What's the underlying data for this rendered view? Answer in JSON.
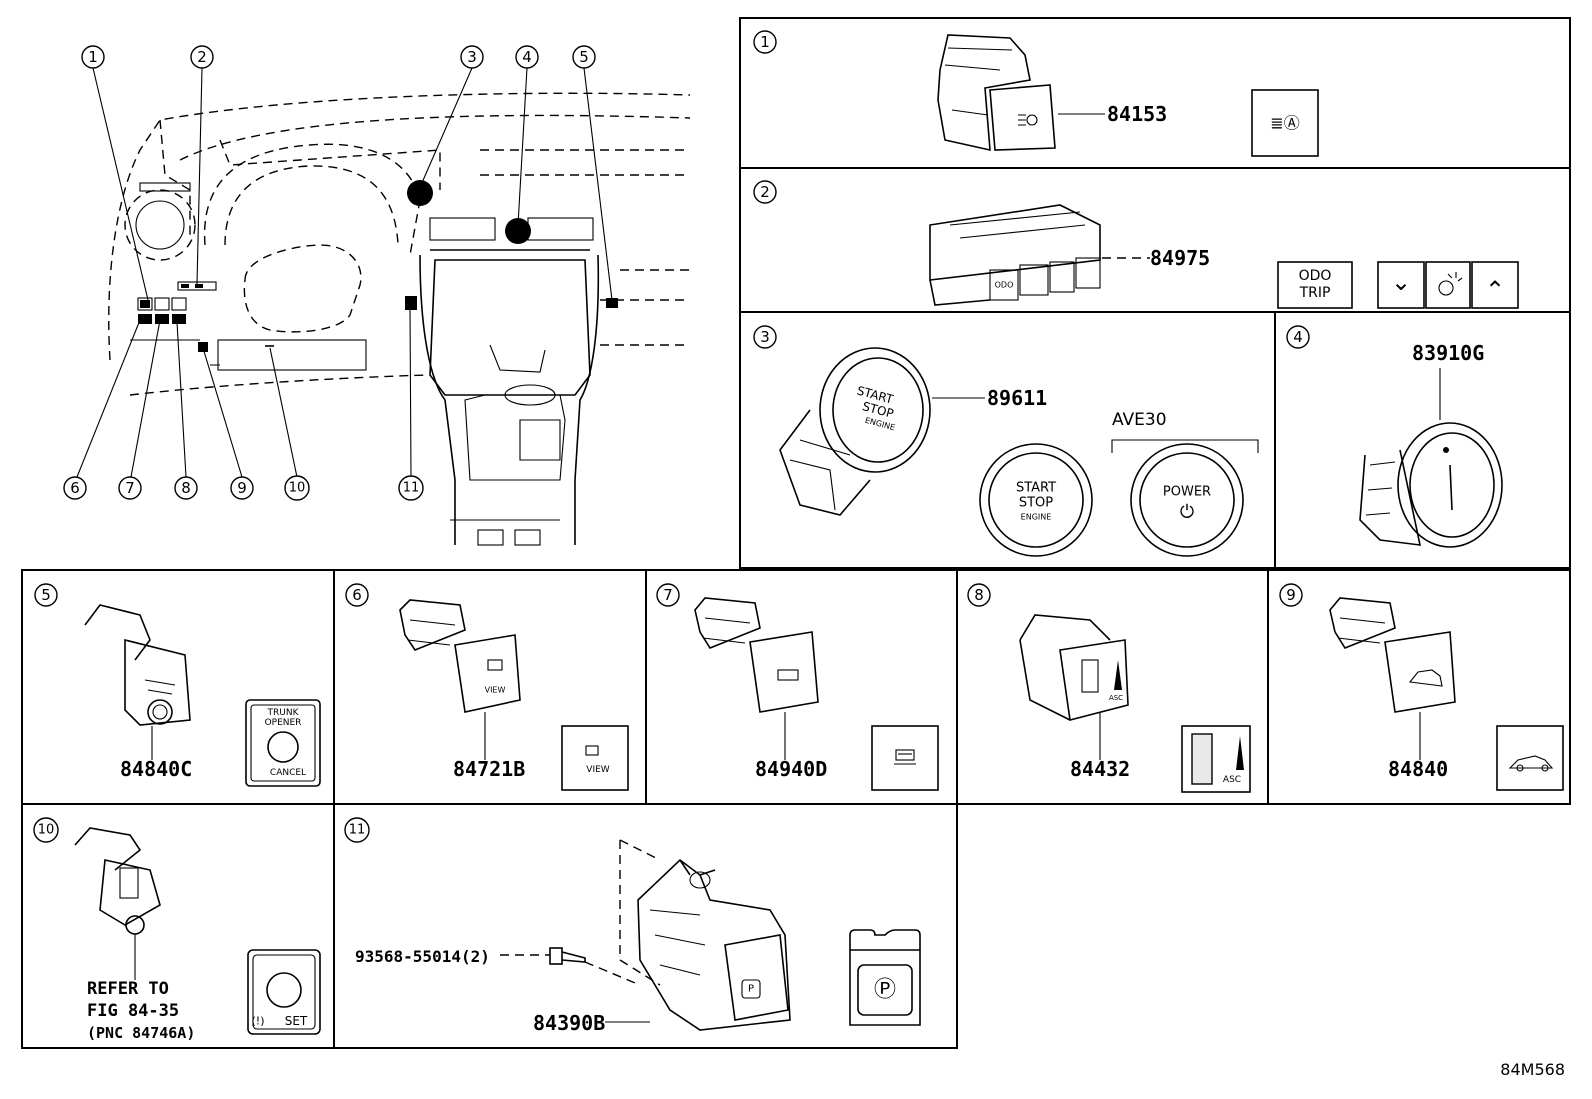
{
  "drawing_code": "84M568",
  "overview_callouts": [
    "1",
    "2",
    "3",
    "4",
    "5",
    "6",
    "7",
    "8",
    "9",
    "10",
    "11"
  ],
  "panels": [
    {
      "no": "1",
      "part": "84153",
      "symbol": "≣Ⓐ"
    },
    {
      "no": "2",
      "part": "84975",
      "symbol_odo": "ODO",
      "symbol_trip": "TRIP",
      "chev_down": "⌄",
      "chev_up": "⌃"
    },
    {
      "no": "3",
      "part": "89611",
      "variant": "AVE30",
      "btn1_l1": "START",
      "btn1_l2": "STOP",
      "btn1_l3": "ENGINE",
      "btn2_l1": "POWER",
      "btn2_icon": "⏻"
    },
    {
      "no": "4",
      "part": "83910G"
    },
    {
      "no": "5",
      "part": "84840C",
      "sym_l1": "TRUNK",
      "sym_l2": "OPENER",
      "sym_l3": "CANCEL"
    },
    {
      "no": "6",
      "part": "84721B",
      "sym": "VIEW"
    },
    {
      "no": "7",
      "part": "84940D"
    },
    {
      "no": "8",
      "part": "84432",
      "sym": "ASC"
    },
    {
      "no": "9",
      "part": "84840"
    },
    {
      "no": "10",
      "note_l1": "REFER TO",
      "note_l2": "FIG 84-35",
      "note_l3": "(PNC 84746A)",
      "sym": "SET"
    },
    {
      "no": "11",
      "part": "84390B",
      "bolt": "93568-55014(2)",
      "sym": "Ⓟ"
    }
  ]
}
